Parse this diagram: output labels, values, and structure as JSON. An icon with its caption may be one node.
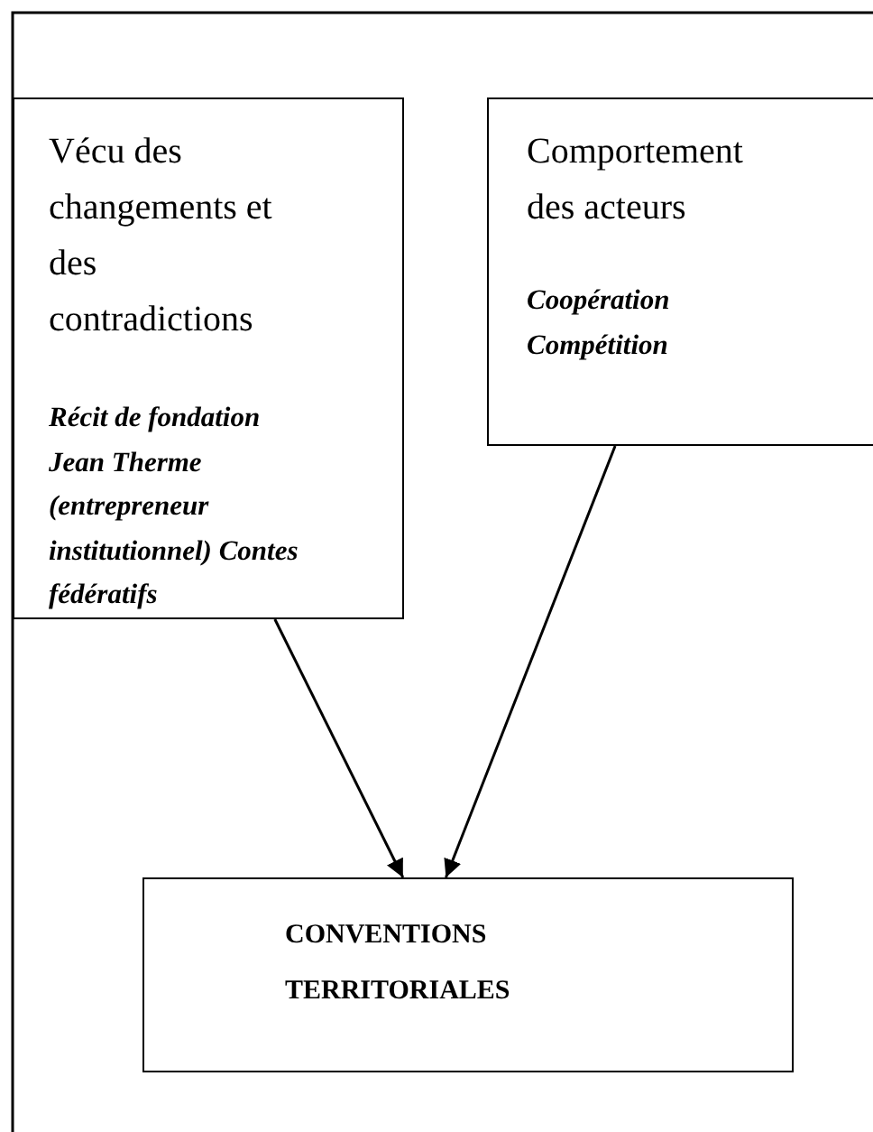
{
  "diagram": {
    "nodes": [
      {
        "text": [
          "Vécu des changements et des contradictions",
          "Récit de fondation Jean Therme (entrepreneur institutionnel) Contes fédératifs"
        ]
      },
      {
        "text": [
          "Comportement des acteurs",
          "Coopération Compétition"
        ]
      },
      {
        "text": [
          "CONVENTIONS TERRITORIALES"
        ]
      }
    ],
    "edges": [
      {
        "from": 0,
        "to": 2,
        "arrow": "to"
      },
      {
        "from": 1,
        "to": 2,
        "arrow": "to"
      }
    ]
  }
}
